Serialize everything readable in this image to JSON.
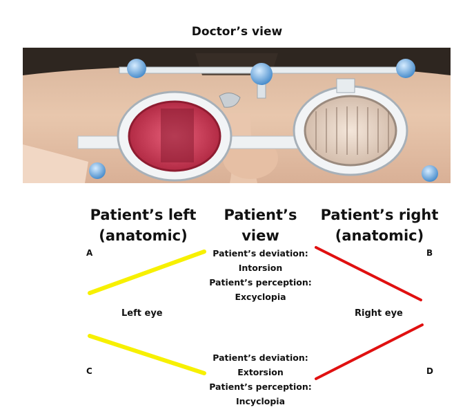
{
  "title": "Doctor’s view",
  "headers": {
    "left_line1": "Patient’s left",
    "left_line2": "(anatomic)",
    "middle": "Patient’s view",
    "right_line1": "Patient’s right",
    "right_line2": "(anatomic)"
  },
  "corners": {
    "a": "A",
    "b": "B",
    "c": "C",
    "d": "D"
  },
  "top_block": {
    "line1": "Patient’s deviation:",
    "line2": "Intorsion",
    "line3": "Patient’s perception:",
    "line4": "Excyclopia"
  },
  "bottom_block": {
    "line1": "Patient’s deviation:",
    "line2": "Extorsion",
    "line3": "Patient’s  perception:",
    "line4": "Incyclopia"
  },
  "eyes": {
    "left": "Left eye",
    "right": "Right eye"
  },
  "colors": {
    "yellow_line": "#f7f000",
    "red_line": "#e01010",
    "red_lens": "#c8324a"
  },
  "icons": [
    "trial-frame-photo"
  ]
}
